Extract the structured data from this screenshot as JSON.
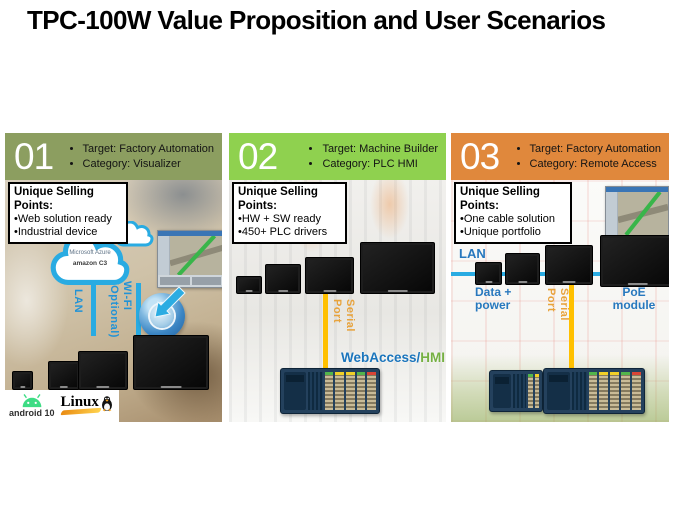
{
  "title": "TPC-100W Value Proposition and User Scenarios",
  "colors": {
    "panel1_header": "#8C9E60",
    "panel2_header": "#8FD14F",
    "panel3_header": "#E0883C",
    "connection_blue": "#29ABE2",
    "connection_yellow": "#FFC000",
    "label_orange": "#E8A33C",
    "webaccess_blue": "#1B75BC",
    "webaccess_green": "#76B043",
    "android_green": "#3DDC84"
  },
  "panels": [
    {
      "number": "01",
      "bullets": {
        "target": "Target: Factory Automation",
        "category": "Category: Visualizer"
      },
      "usp": {
        "title": "Unique Selling Points:",
        "items": [
          "•Web solution ready",
          "•Industrial device"
        ]
      },
      "labels": {
        "lan": "LAN",
        "wifi": "WI-FI (Optional)"
      },
      "cloud": {
        "line1": "Microsoft Azure",
        "line2": "amazon C3"
      },
      "os_logos": {
        "android": "android 10",
        "linux": "Linux"
      }
    },
    {
      "number": "02",
      "bullets": {
        "target": "Target: Machine Builder",
        "category": "Category: PLC HMI"
      },
      "usp": {
        "title": "Unique Selling Points:",
        "items": [
          "•HW + SW ready",
          "•450+ PLC drivers"
        ]
      },
      "labels": {
        "serial": "Serial Port"
      },
      "software_logo": {
        "part1": "WebAccess/",
        "part2": "HMI"
      }
    },
    {
      "number": "03",
      "bullets": {
        "target": "Target: Factory Automation",
        "category": "Category: Remote Access"
      },
      "usp": {
        "title": "Unique Selling Points:",
        "items": [
          "•One cable solution",
          "•Unique portfolio"
        ]
      },
      "labels": {
        "lan": "LAN",
        "data_power": "Data + power",
        "serial": "Serial Port",
        "poe": "PoE module"
      }
    }
  ]
}
